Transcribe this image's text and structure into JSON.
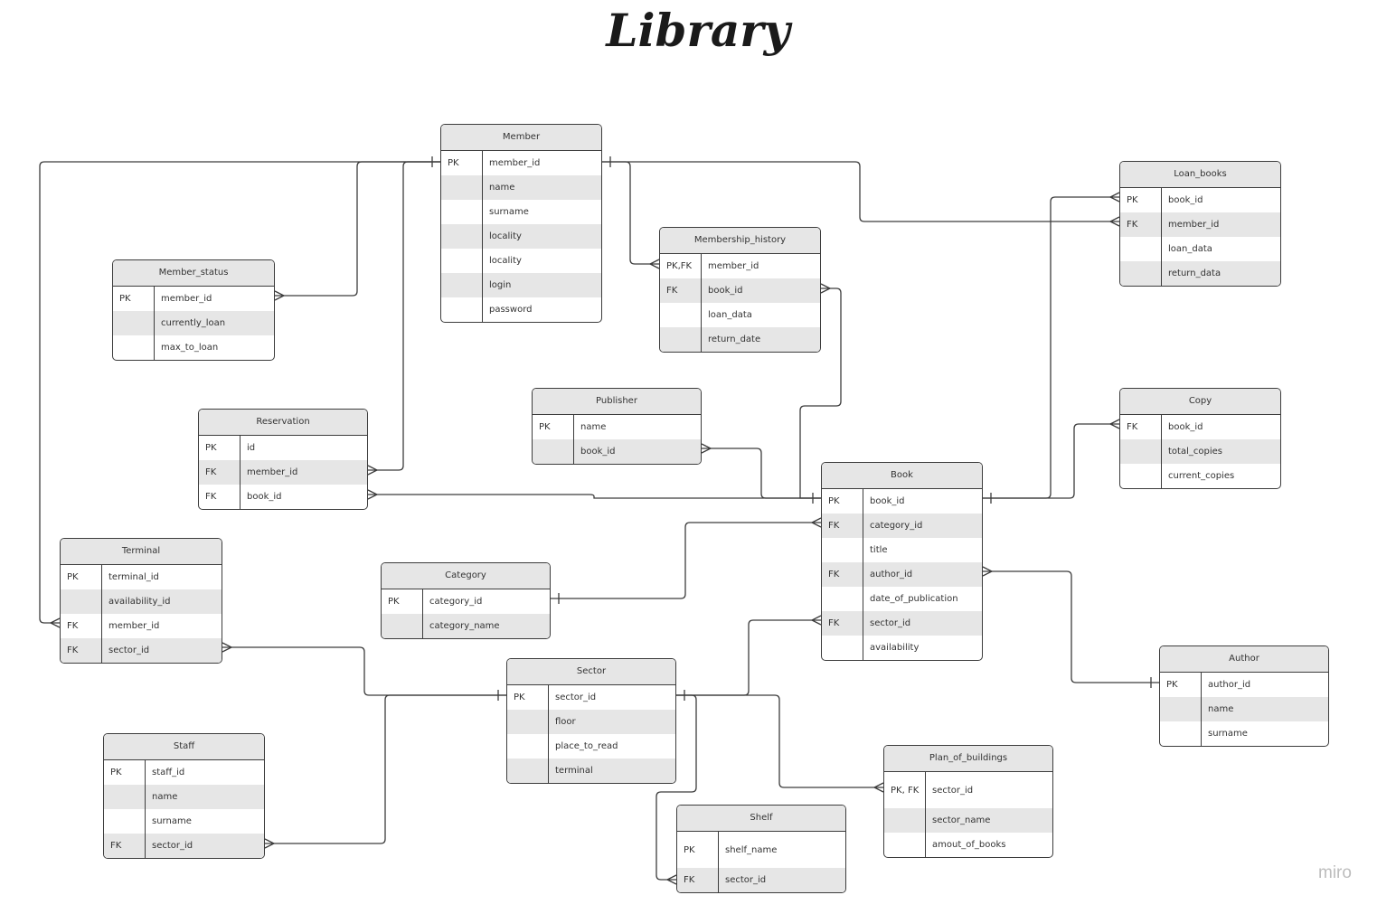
{
  "title": "Library",
  "watermark": "miro",
  "entities": {
    "member": {
      "name": "Member",
      "rows": [
        [
          "PK",
          "member_id"
        ],
        [
          "",
          "name"
        ],
        [
          "",
          "surname"
        ],
        [
          "",
          "locality"
        ],
        [
          "",
          "locality"
        ],
        [
          "",
          "login"
        ],
        [
          "",
          "password"
        ]
      ]
    },
    "member_status": {
      "name": "Member_status",
      "rows": [
        [
          "PK",
          "member_id"
        ],
        [
          "",
          "currently_loan"
        ],
        [
          "",
          "max_to_loan"
        ]
      ]
    },
    "membership_history": {
      "name": "Membership_history",
      "rows": [
        [
          "PK,FK",
          "member_id"
        ],
        [
          "FK",
          "book_id"
        ],
        [
          "",
          "loan_data"
        ],
        [
          "",
          "return_date"
        ]
      ]
    },
    "loan_books": {
      "name": "Loan_books",
      "rows": [
        [
          "PK",
          "book_id"
        ],
        [
          "FK",
          "member_id"
        ],
        [
          "",
          "loan_data"
        ],
        [
          "",
          "return_data"
        ]
      ]
    },
    "reservation": {
      "name": "Reservation",
      "rows": [
        [
          "PK",
          "id"
        ],
        [
          "FK",
          "member_id"
        ],
        [
          "FK",
          "book_id"
        ]
      ]
    },
    "publisher": {
      "name": "Publisher",
      "rows": [
        [
          "PK",
          "name"
        ],
        [
          "",
          "book_id"
        ]
      ]
    },
    "copy": {
      "name": "Copy",
      "rows": [
        [
          "FK",
          "book_id"
        ],
        [
          "",
          "total_copies"
        ],
        [
          "",
          "current_copies"
        ]
      ]
    },
    "book": {
      "name": "Book",
      "rows": [
        [
          "PK",
          "book_id"
        ],
        [
          "FK",
          "category_id"
        ],
        [
          "",
          "title"
        ],
        [
          "FK",
          "author_id"
        ],
        [
          "",
          "date_of_publication"
        ],
        [
          "FK",
          "sector_id"
        ],
        [
          "",
          "availability"
        ]
      ]
    },
    "terminal": {
      "name": "Terminal",
      "rows": [
        [
          "PK",
          "terminal_id"
        ],
        [
          "",
          "availability_id"
        ],
        [
          "FK",
          "member_id"
        ],
        [
          "FK",
          "sector_id"
        ]
      ]
    },
    "category": {
      "name": "Category",
      "rows": [
        [
          "PK",
          "category_id"
        ],
        [
          "",
          "category_name"
        ]
      ]
    },
    "sector": {
      "name": "Sector",
      "rows": [
        [
          "PK",
          "sector_id"
        ],
        [
          "",
          "floor"
        ],
        [
          "",
          "place_to_read"
        ],
        [
          "",
          "terminal"
        ]
      ]
    },
    "author": {
      "name": "Author",
      "rows": [
        [
          "PK",
          "author_id"
        ],
        [
          "",
          "name"
        ],
        [
          "",
          "surname"
        ]
      ]
    },
    "staff": {
      "name": "Staff",
      "rows": [
        [
          "PK",
          "staff_id"
        ],
        [
          "",
          "name"
        ],
        [
          "",
          "surname"
        ],
        [
          "FK",
          "sector_id"
        ]
      ]
    },
    "plan_of_buildings": {
      "name": "Plan_of_buildings",
      "rows": [
        [
          "PK, FK",
          "sector_id"
        ],
        [
          "",
          "sector_name"
        ],
        [
          "",
          "amout_of_books"
        ]
      ]
    },
    "shelf": {
      "name": "Shelf",
      "rows": [
        [
          "PK",
          "shelf_name"
        ],
        [
          "FK",
          "sector_id"
        ]
      ]
    }
  },
  "relationships": [
    {
      "from": "member_status.member_id",
      "to": "member.member_id",
      "from_end": "many",
      "to_end": "one"
    },
    {
      "from": "reservation.member_id",
      "to": "member.member_id",
      "from_end": "many",
      "to_end": "one"
    },
    {
      "from": "terminal.member_id",
      "to": "member.member_id",
      "from_end": "many",
      "to_end": "one"
    },
    {
      "from": "member.member_id",
      "to": "membership_history.member_id",
      "from_end": "one",
      "to_end": "many"
    },
    {
      "from": "member.member_id",
      "to": "loan_books.member_id",
      "from_end": "one",
      "to_end": "many"
    },
    {
      "from": "membership_history.book_id",
      "to": "book.book_id",
      "from_end": "many",
      "to_end": "one"
    },
    {
      "from": "reservation.book_id",
      "to": "book.book_id",
      "from_end": "many",
      "to_end": "one"
    },
    {
      "from": "publisher.book_id",
      "to": "book.book_id",
      "from_end": "many",
      "to_end": "one"
    },
    {
      "from": "book.book_id",
      "to": "loan_books.book_id",
      "from_end": "one",
      "to_end": "many"
    },
    {
      "from": "book.book_id",
      "to": "copy.book_id",
      "from_end": "one",
      "to_end": "many"
    },
    {
      "from": "category.category_id",
      "to": "book.category_id",
      "from_end": "one",
      "to_end": "many"
    },
    {
      "from": "book.author_id",
      "to": "author.author_id",
      "from_end": "many",
      "to_end": "one"
    },
    {
      "from": "sector.sector_id",
      "to": "book.sector_id",
      "from_end": "one",
      "to_end": "many"
    },
    {
      "from": "terminal.sector_id",
      "to": "sector.sector_id",
      "from_end": "many",
      "to_end": "one"
    },
    {
      "from": "staff.sector_id",
      "to": "sector.sector_id",
      "from_end": "many",
      "to_end": "one"
    },
    {
      "from": "sector.sector_id",
      "to": "plan_of_buildings.sector_id",
      "from_end": "one",
      "to_end": "many"
    },
    {
      "from": "sector.sector_id",
      "to": "shelf.sector_id",
      "from_end": "one",
      "to_end": "many"
    }
  ]
}
